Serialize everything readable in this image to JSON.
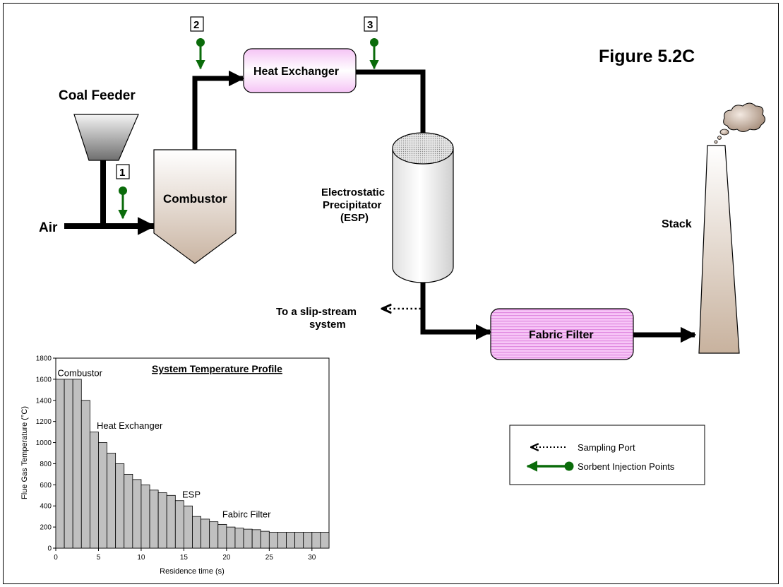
{
  "figure_label": "Figure 5.2C",
  "components": {
    "coal_feeder": "Coal Feeder",
    "air": "Air",
    "combustor": "Combustor",
    "heat_exchanger": "Heat Exchanger",
    "esp": "Electrostatic\nPrecipitator\n(ESP)",
    "esp_lines": [
      "Electrostatic",
      "Precipitator",
      "(ESP)"
    ],
    "slip_stream_lines": [
      "To a slip-stream",
      "system"
    ],
    "fabric_filter": "Fabric Filter",
    "stack": "Stack"
  },
  "injection_points": [
    "1",
    "2",
    "3"
  ],
  "legend": {
    "sampling_port": "Sampling Port",
    "sorbent_injection": "Sorbent Injection Points"
  },
  "colors": {
    "flow_line": "#000000",
    "injection_green": "#0a6b0a",
    "heat_exchanger_fill": "#f3b8f3",
    "fabric_filter_fill": "#f0b0f0",
    "combustor_fill_bottom": "#cdb8a8",
    "bar_fill": "#c0c0c0"
  },
  "chart_data": {
    "type": "bar",
    "title": "System Temperature Profile",
    "xlabel": "Residence time (s)",
    "ylabel": "Flue Gas Temperature (°C)",
    "xlim": [
      0,
      32
    ],
    "ylim": [
      0,
      1800
    ],
    "x_ticks": [
      0,
      5,
      10,
      15,
      20,
      25,
      30
    ],
    "y_ticks": [
      0,
      200,
      400,
      600,
      800,
      1000,
      1200,
      1400,
      1600,
      1800
    ],
    "x": [
      0,
      1,
      2,
      3,
      4,
      5,
      6,
      7,
      8,
      9,
      10,
      11,
      12,
      13,
      14,
      15,
      16,
      17,
      18,
      19,
      20,
      21,
      22,
      23,
      24,
      25,
      26,
      27,
      28,
      29,
      30,
      31
    ],
    "values": [
      1600,
      1600,
      1600,
      1400,
      1100,
      1000,
      900,
      800,
      700,
      650,
      600,
      550,
      525,
      500,
      450,
      400,
      300,
      275,
      250,
      225,
      200,
      190,
      180,
      175,
      160,
      150,
      150,
      150,
      150,
      150,
      150,
      150
    ],
    "annotations": [
      {
        "text": "Combustor",
        "x": 0.2,
        "y": 1630
      },
      {
        "text": "Heat Exchanger",
        "x": 4.8,
        "y": 1130
      },
      {
        "text": "ESP",
        "x": 14.8,
        "y": 480
      },
      {
        "text": "Fabirc Filter",
        "x": 19.5,
        "y": 290
      }
    ]
  }
}
